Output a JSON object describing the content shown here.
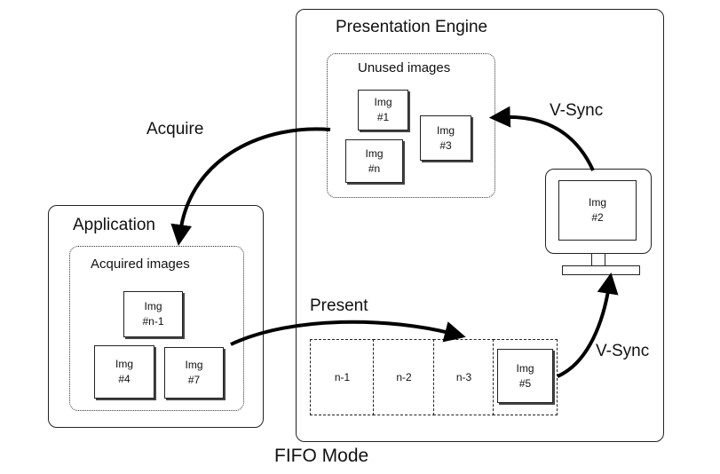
{
  "presentation_engine": {
    "title": "Presentation Engine",
    "unused_group": {
      "title": "Unused images",
      "images": [
        {
          "line1": "Img",
          "line2": "#1"
        },
        {
          "line1": "Img",
          "line2": "#3"
        },
        {
          "line1": "Img",
          "line2": "#n"
        }
      ]
    },
    "monitor": {
      "line1": "Img",
      "line2": "#2"
    },
    "queue": {
      "slots": [
        "n-1",
        "n-2",
        "n-3"
      ],
      "front": {
        "line1": "Img",
        "line2": "#5"
      }
    }
  },
  "application": {
    "title": "Application",
    "acquired_group": {
      "title": "Acquired images",
      "images": [
        {
          "line1": "Img",
          "line2": "#n-1"
        },
        {
          "line1": "Img",
          "line2": "#4"
        },
        {
          "line1": "Img",
          "line2": "#7"
        }
      ]
    }
  },
  "arrows": {
    "acquire": "Acquire",
    "present": "Present",
    "vsync_top": "V-Sync",
    "vsync_bottom": "V-Sync"
  },
  "caption": "FIFO Mode"
}
